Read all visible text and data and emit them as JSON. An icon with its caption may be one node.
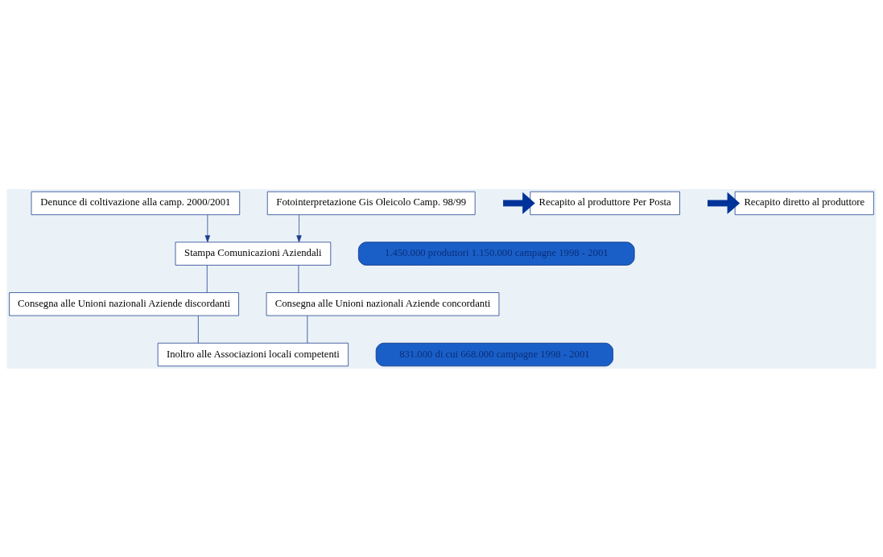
{
  "diagram": {
    "nodes": [
      {
        "text": [
          "Denunce di coltivazione alla camp. 2000/2001"
        ]
      },
      {
        "text": [
          "Fotointerpretazione Gis Oleicolo Camp. 98/99"
        ]
      },
      {
        "text": [
          "Stampa Comunicazioni Aziendali"
        ]
      },
      {
        "text": [
          "1.450.000 produttori 1.150.000 campagne 1998 - 2001"
        ]
      },
      {
        "text": [
          "Consegna alle Unioni nazionali Aziende discordanti"
        ]
      },
      {
        "text": [
          "Consegna alle Unioni nazionali Aziende concordanti"
        ]
      },
      {
        "text": [
          "831.000 di cui 668.000 campagne 1998 - 2001"
        ]
      },
      {
        "text": [
          "Inoltro alle Associazioni locali competenti"
        ]
      },
      {
        "text": [
          "Recapito al produttore Per Posta"
        ]
      },
      {
        "text": [
          "Recapito diretto al produttore"
        ]
      }
    ],
    "edges": [
      {
        "from": 0,
        "to": 2,
        "arrow": "to"
      },
      {
        "from": 1,
        "to": 2,
        "arrow": "to"
      },
      {
        "from": 2,
        "to": 4,
        "arrow": "none"
      },
      {
        "from": 2,
        "to": 5,
        "arrow": "none"
      },
      {
        "from": 4,
        "to": 7,
        "arrow": "none"
      },
      {
        "from": 5,
        "to": 7,
        "arrow": "none"
      },
      {
        "from": null,
        "to": 8,
        "arrow": "to",
        "style": "thick",
        "color": "#003399"
      },
      {
        "from": null,
        "to": 9,
        "arrow": "to",
        "style": "thick",
        "color": "#003399"
      }
    ]
  }
}
